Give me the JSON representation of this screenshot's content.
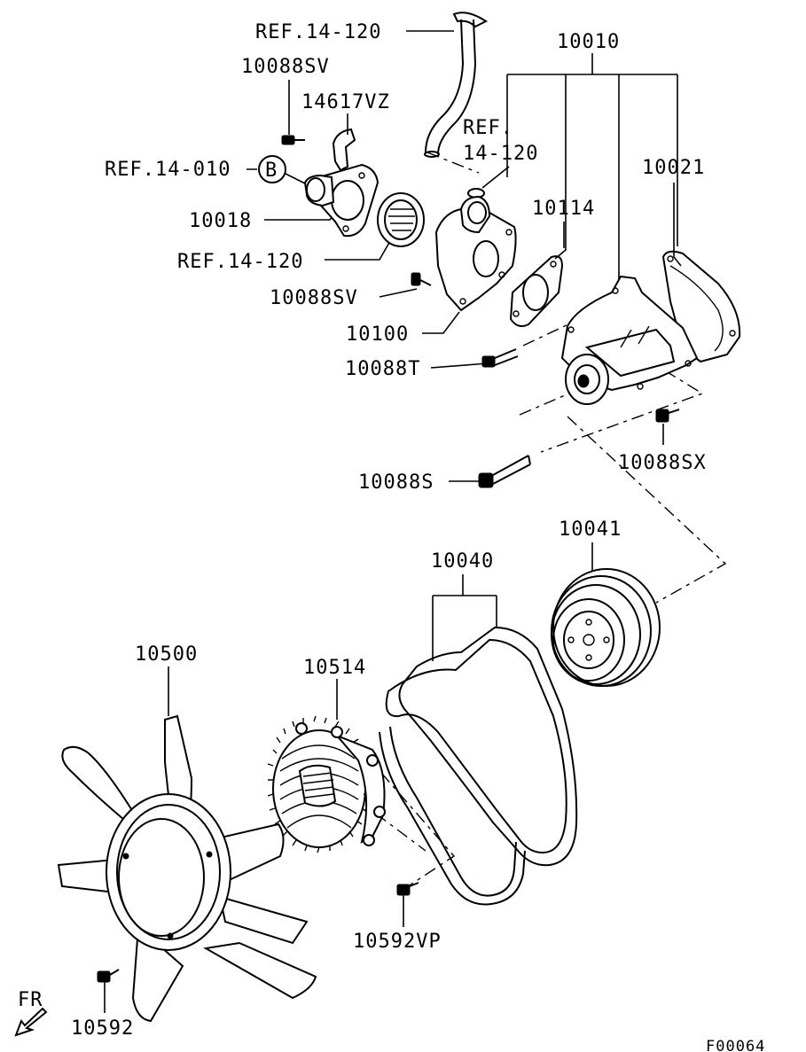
{
  "diagram_code": "F00064",
  "direction_marker": "FR",
  "callout_circle": "B",
  "labels": {
    "ref_14_120_top": "REF.14-120",
    "p10088sv_top": "10088SV",
    "p14617vz": "14617VZ",
    "ref_14_120_mid_line1": "REF.",
    "ref_14_120_mid_line2": "14-120",
    "p10010": "10010",
    "ref_14_010": "REF.14-010",
    "p10021": "10021",
    "p10018": "10018",
    "p10114": "10114",
    "ref_14_120_low": "REF.14-120",
    "p10088sv_mid": "10088SV",
    "p10100": "10100",
    "p10088t": "10088T",
    "p10088sx": "10088SX",
    "p10088s": "10088S",
    "p10041": "10041",
    "p10040": "10040",
    "p10500": "10500",
    "p10514": "10514",
    "p10592vp": "10592VP",
    "p10592": "10592"
  }
}
